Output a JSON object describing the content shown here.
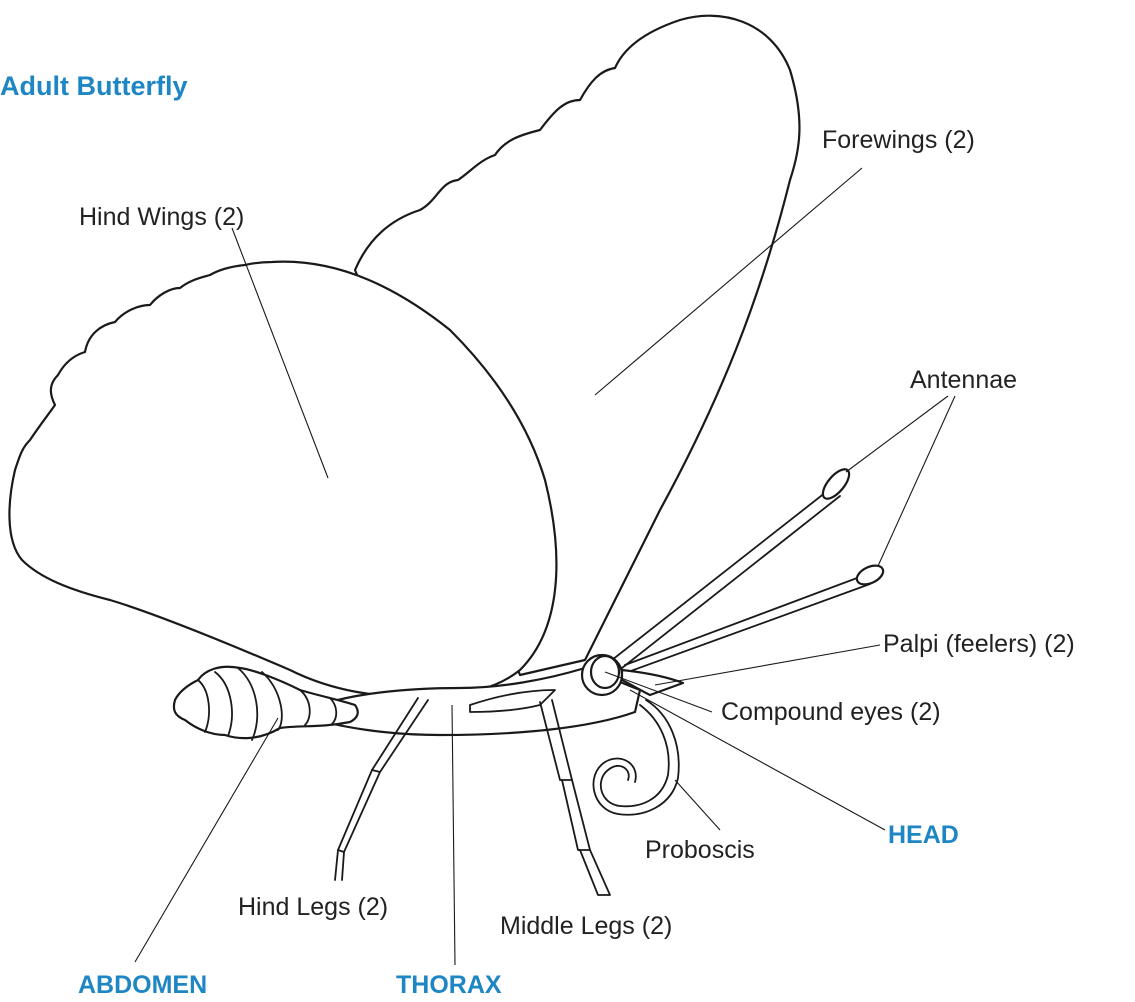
{
  "title": "Adult Butterfly",
  "colors": {
    "accent": "#1f86c4",
    "line": "#1a1a1a",
    "text": "#222222"
  },
  "labels": {
    "forewings": "Forewings (2)",
    "hind_wings": "Hind Wings (2)",
    "antennae": "Antennae",
    "palpi": "Palpi (feelers) (2)",
    "compound_eyes": "Compound eyes (2)",
    "head": "HEAD",
    "proboscis": "Proboscis",
    "hind_legs": "Hind Legs (2)",
    "middle_legs": "Middle Legs (2)",
    "abdomen": "ABDOMEN",
    "thorax": "THORAX"
  }
}
